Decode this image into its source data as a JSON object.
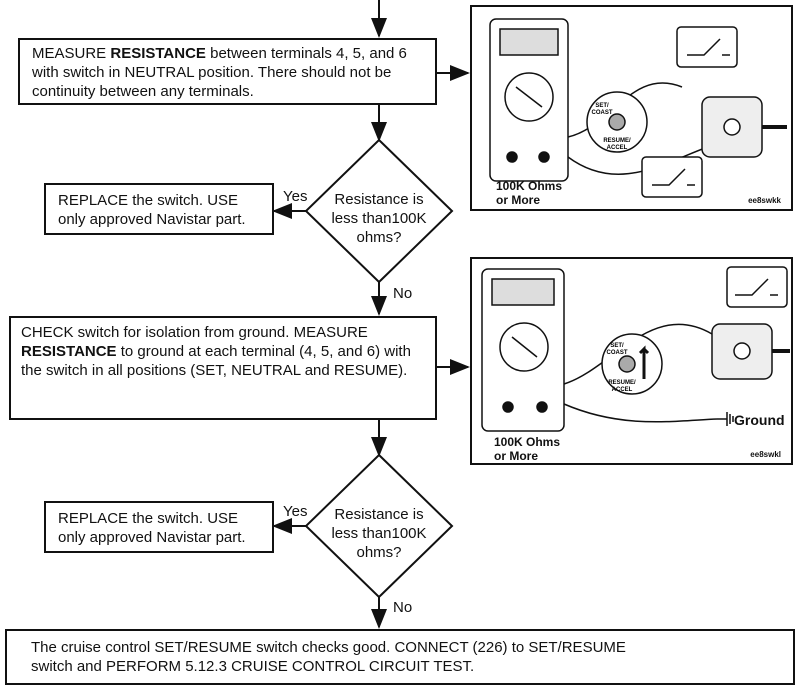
{
  "step1": {
    "pre": "MEASURE ",
    "bold": "RESISTANCE",
    "post": " between terminals 4, 5, and 6 with switch in NEUTRAL position. There should not be continuity between any terminals."
  },
  "replace1": {
    "line1": "REPLACE the switch. USE",
    "line2": "only approved Navistar part."
  },
  "decision1": {
    "line1": "Resistance is",
    "line2": "less than100K",
    "line3": "ohms?"
  },
  "step2": {
    "pre": "CHECK switch for isolation from ground. MEASURE ",
    "bold": "RESISTANCE",
    "post": " to ground at each terminal (4, 5, and 6) with the switch in all positions (SET, NEUTRAL and RESUME)."
  },
  "replace2": {
    "line1": "REPLACE the switch. USE",
    "line2": "only approved Navistar part."
  },
  "decision2": {
    "line1": "Resistance is",
    "line2": "less than100K",
    "line3": "ohms?"
  },
  "final": {
    "line1": "The cruise control SET/RESUME switch checks good. CONNECT (226) to SET/RESUME",
    "line2": "switch and PERFORM 5.12.3 CRUISE CONTROL CIRCUIT TEST."
  },
  "labels": {
    "yes": "Yes",
    "no": "No"
  },
  "figure1": {
    "caption1": "100K Ohms",
    "caption2": "or More",
    "code": "ee8swkk",
    "switch1": "SET/",
    "switch2": "COAST",
    "switch3": "RESUME/",
    "switch4": "ACCEL"
  },
  "figure2": {
    "caption1": "100K Ohms",
    "caption2": "or More",
    "code": "ee8swkl",
    "ground": "Ground",
    "switch1": "SET/",
    "switch2": "COAST",
    "switch3": "RESUME/",
    "switch4": "ACCEL"
  }
}
